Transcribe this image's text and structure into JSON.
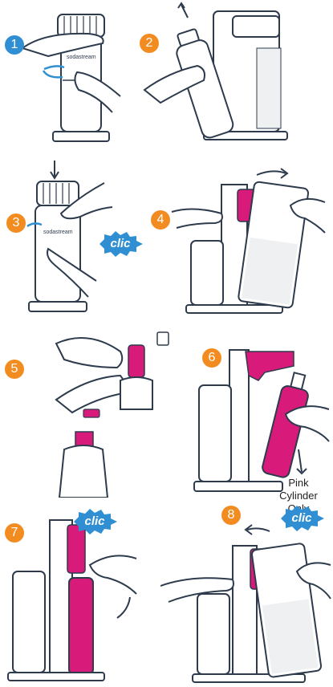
{
  "steps": [
    {
      "number": "1",
      "color": "#2f8fd2"
    },
    {
      "number": "2",
      "color": "#f28c20"
    },
    {
      "number": "3",
      "color": "#f28c20"
    },
    {
      "number": "4",
      "color": "#f28c20"
    },
    {
      "number": "5",
      "color": "#f28c20"
    },
    {
      "number": "6",
      "color": "#f28c20"
    },
    {
      "number": "7",
      "color": "#f28c20"
    },
    {
      "number": "8",
      "color": "#f28c20"
    }
  ],
  "clic_label": "clic",
  "brand_text": "sodastream",
  "pink_note": "Pink Cylinder Only",
  "colors": {
    "line": "#2d3b4d",
    "pink": "#d81b7a",
    "orange": "#f28c20",
    "blue": "#2f8fd2"
  }
}
